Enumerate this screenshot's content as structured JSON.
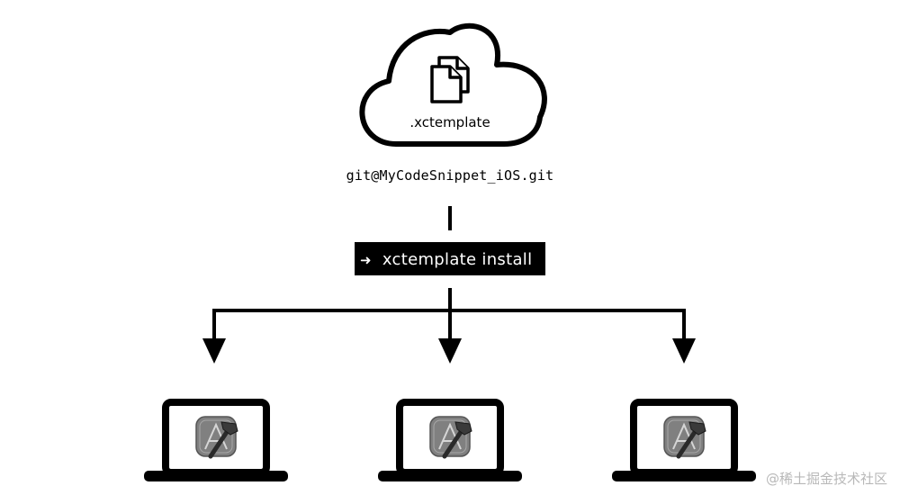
{
  "cloud": {
    "label": ".xctemplate",
    "icon": "documents-icon"
  },
  "repo": {
    "label": "git@MyCodeSnippet_iOS.git"
  },
  "command": {
    "arrow": "➜",
    "text": "xctemplate install"
  },
  "targets": [
    {
      "icon": "xcode-icon",
      "device": "laptop-icon"
    },
    {
      "icon": "xcode-icon",
      "device": "laptop-icon"
    },
    {
      "icon": "xcode-icon",
      "device": "laptop-icon"
    }
  ],
  "watermark": {
    "text": "@稀土掘金技术社区"
  },
  "colors": {
    "stroke": "#000000",
    "command_bg": "#000000",
    "command_text": "#ffffff",
    "xcode_bg": "#808080",
    "watermark": "#b8b8b8"
  }
}
